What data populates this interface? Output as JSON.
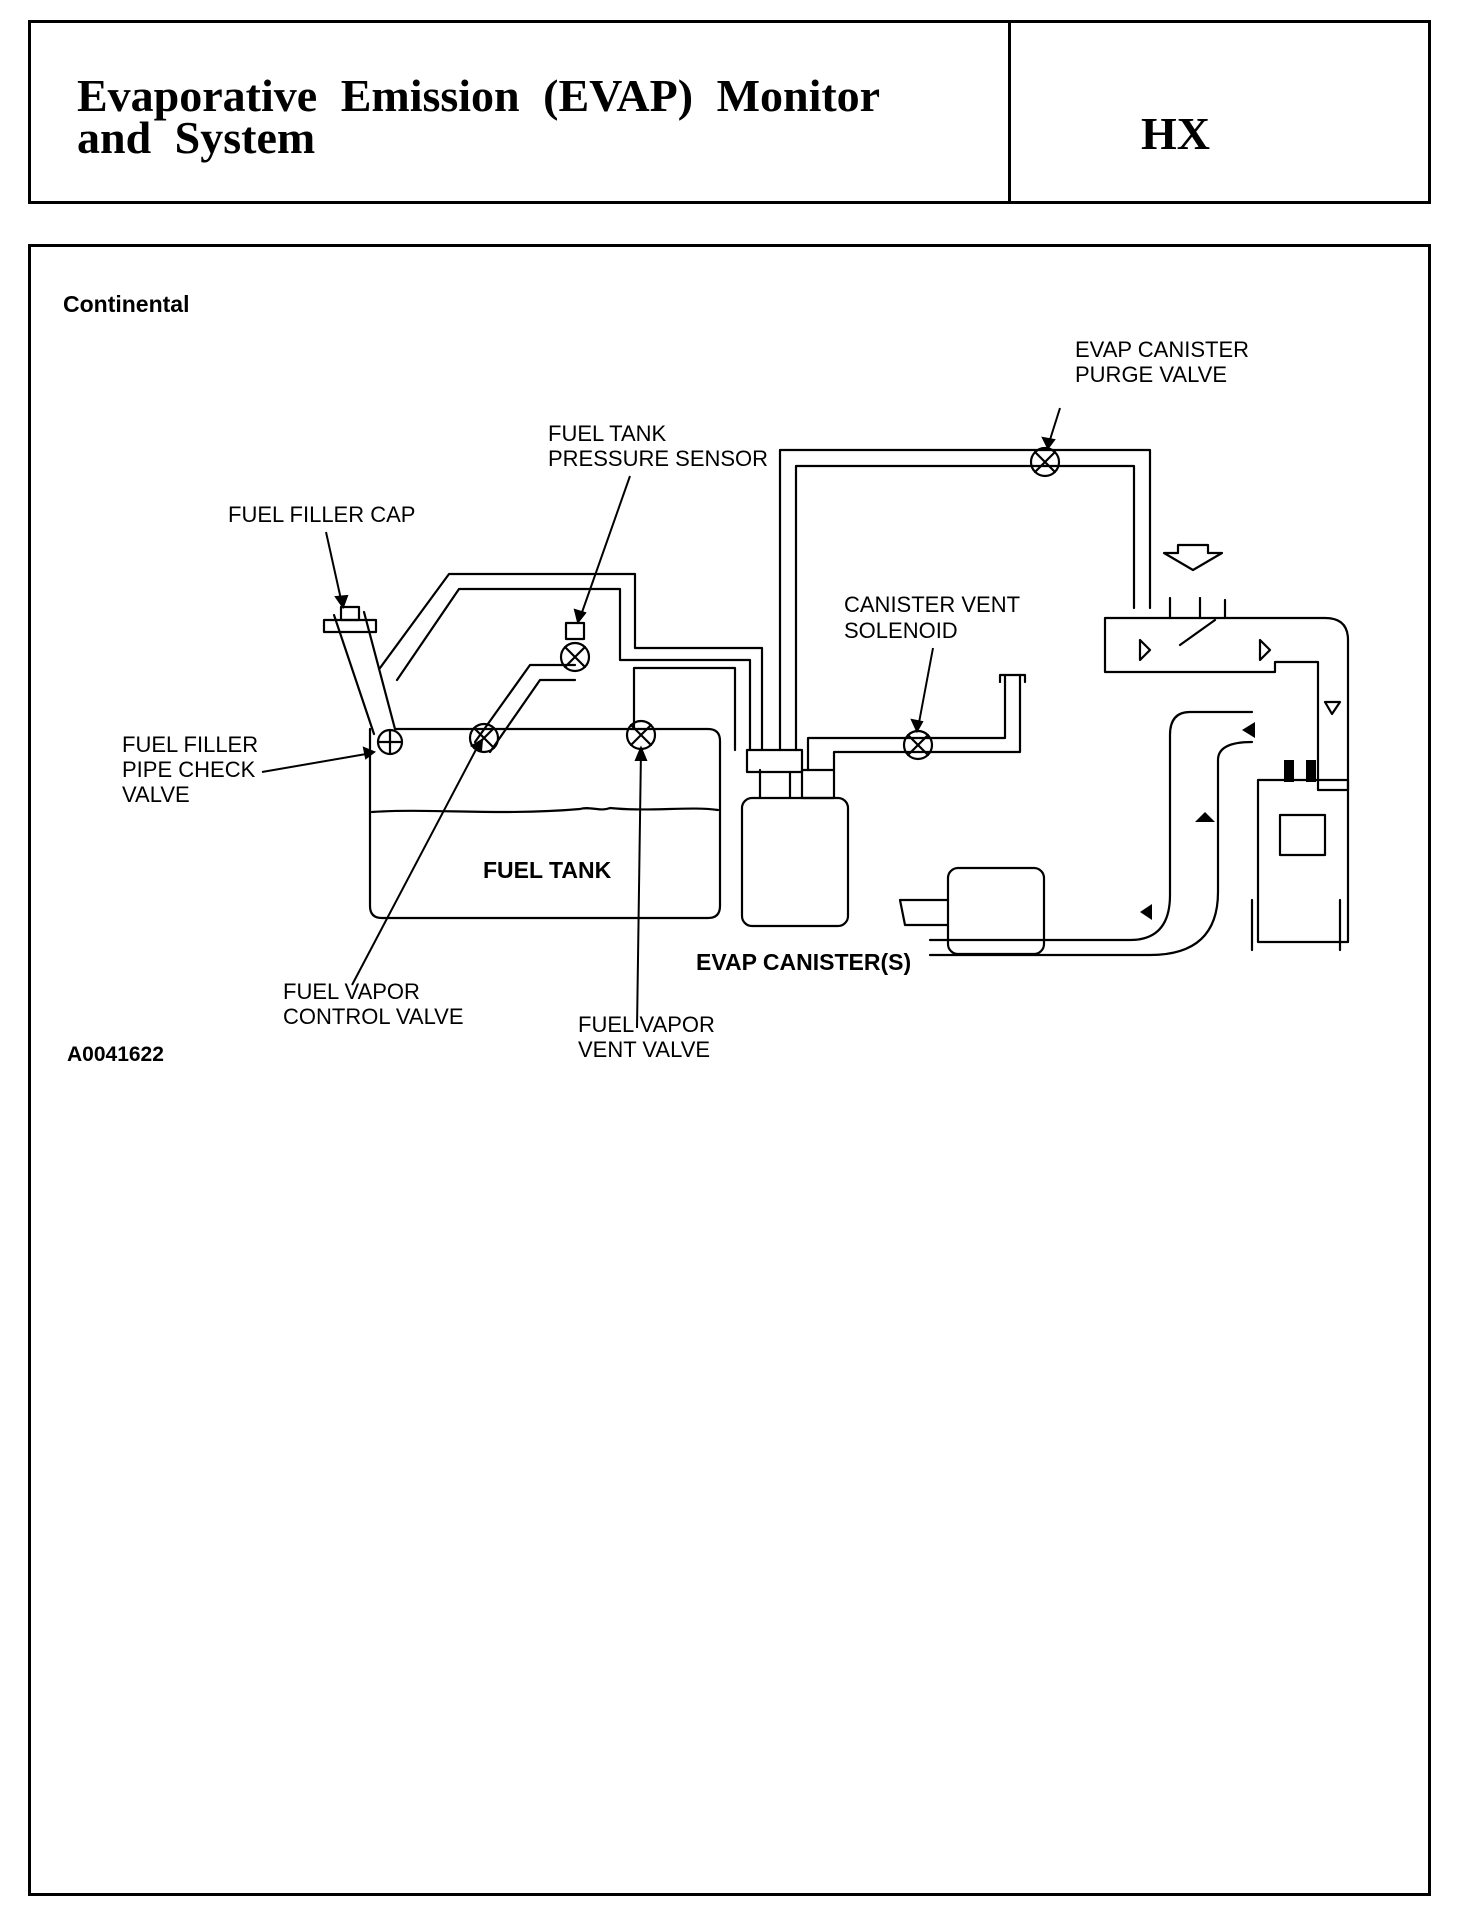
{
  "header": {
    "title_line1": "Evaporative Emission (EVAP) Monitor",
    "title_line2": "and System",
    "code": "HX"
  },
  "figure": {
    "section_title": "Continental",
    "figure_id": "A0041622",
    "labels": {
      "purge_valve": [
        "EVAP CANISTER",
        "PURGE VALVE"
      ],
      "pressure_sensor": [
        "FUEL TANK",
        "PRESSURE SENSOR"
      ],
      "filler_cap": "FUEL FILLER CAP",
      "vent_solenoid": [
        "CANISTER VENT",
        "SOLENOID"
      ],
      "check_valve": [
        "FUEL FILLER",
        "PIPE CHECK",
        "VALVE"
      ],
      "fuel_tank": "FUEL TANK",
      "canister": "EVAP CANISTER(S)",
      "control_valve": [
        "FUEL VAPOR",
        "CONTROL VALVE"
      ],
      "vent_valve": [
        "FUEL VAPOR",
        "VENT VALVE"
      ]
    }
  }
}
